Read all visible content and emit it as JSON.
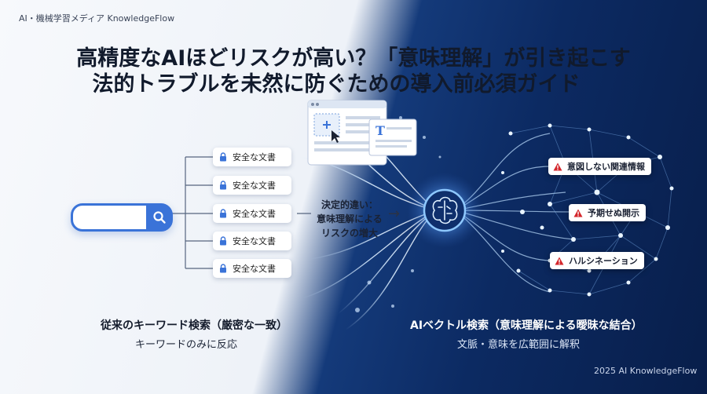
{
  "brand": "AI・機械学習メディア KnowledgeFlow",
  "title": {
    "line1": "高精度なAIほどリスクが高い？「意味理解」が引き起こす",
    "line2": "法的トラブルを未然に防ぐための導入前必須ガイド"
  },
  "left": {
    "documents": [
      "安全な文書",
      "安全な文書",
      "安全な文書",
      "安全な文書",
      "安全な文書"
    ],
    "caption_title": "従来のキーワード検索（厳密な一致）",
    "caption_sub": "キーワードのみに反応"
  },
  "center": {
    "line1": "決定的違い：",
    "line2": "意味理解による",
    "line3": "リスクの増大"
  },
  "right": {
    "alerts": [
      "意図しない関連情報",
      "予期せぬ開示",
      "ハルシネーション"
    ],
    "caption_title": "AIベクトル検索（意味理解による曖昧な結合）",
    "caption_sub": "文脈・意味を広範囲に解釈"
  },
  "copyright": "2025 AI KnowledgeFlow",
  "colors": {
    "accent": "#3a73d8",
    "dark_bg": "#0c2a62",
    "warning": "#d4262b"
  },
  "icons": [
    "search-icon",
    "lock-icon",
    "brain-icon",
    "warning-icon",
    "cursor-icon",
    "text-icon"
  ]
}
